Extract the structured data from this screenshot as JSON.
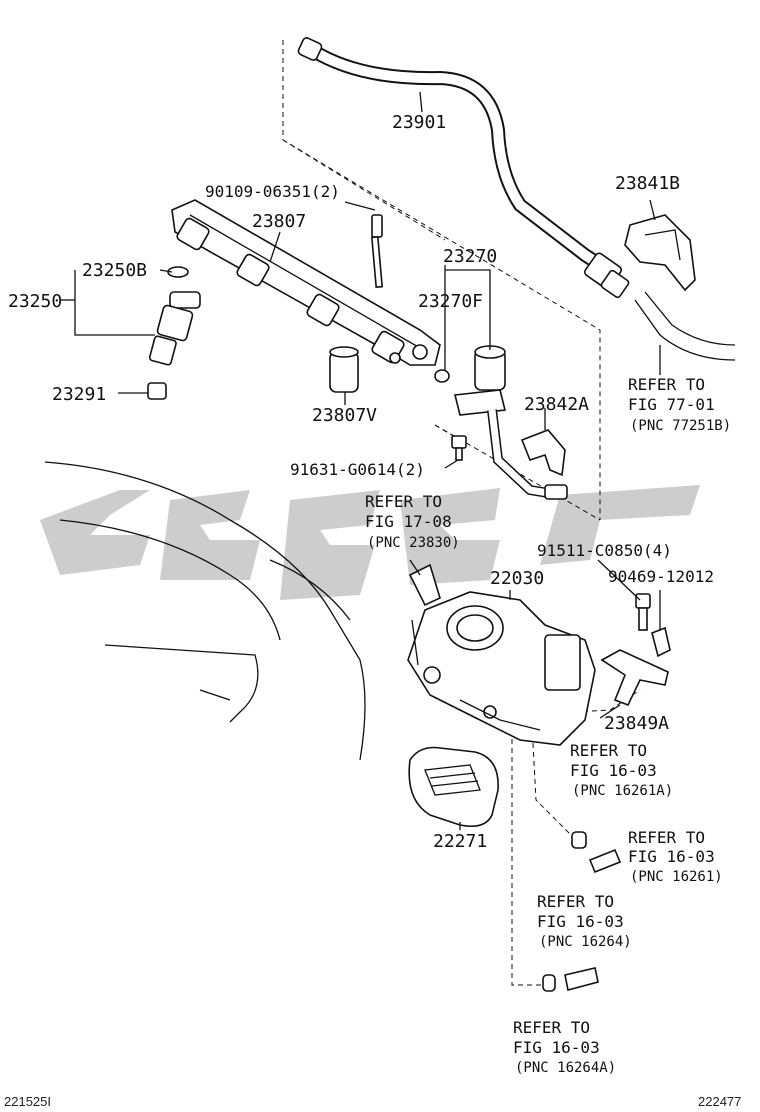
{
  "labels": {
    "p23901": "23901",
    "p23841b": "23841B",
    "p90109": "90109-06351(2)",
    "p23807": "23807",
    "p23270": "23270",
    "p23250b": "23250B",
    "p23250": "23250",
    "p23270f": "23270F",
    "p23291": "23291",
    "p23807v": "23807V",
    "p23842a": "23842A",
    "p91631": "91631-G0614(2)",
    "p22030": "22030",
    "p91511": "91511-C0850(4)",
    "p90469": "90469-12012",
    "p23849a": "23849A",
    "p22271": "22271"
  },
  "refs": {
    "ref_77": {
      "l1": "REFER TO",
      "l2": "FIG 77-01",
      "l3": "(PNC 77251B)"
    },
    "ref_17": {
      "l1": "REFER TO",
      "l2": "FIG 17-08",
      "l3": "(PNC 23830)"
    },
    "ref_16a": {
      "l1": "REFER TO",
      "l2": "FIG 16-03",
      "l3": "(PNC 16261A)"
    },
    "ref_16b": {
      "l1": "REFER TO",
      "l2": "FIG 16-03",
      "l3": "(PNC 16261)"
    },
    "ref_16c": {
      "l1": "REFER TO",
      "l2": "FIG 16-03",
      "l3": "(PNC 16264)"
    },
    "ref_16d": {
      "l1": "REFER TO",
      "l2": "FIG 16-03",
      "l3": "(PNC 16264A)"
    }
  },
  "footer": {
    "left_code": "221525I",
    "right_code": "222477"
  },
  "colors": {
    "line": "#111111",
    "watermark": "#c8c8c8"
  }
}
